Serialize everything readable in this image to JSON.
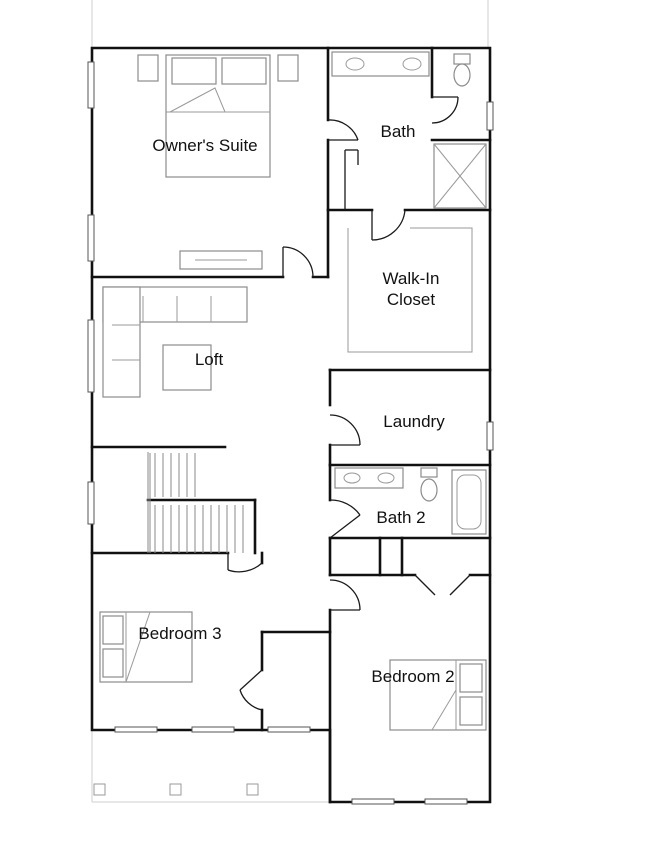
{
  "rooms": {
    "owners_suite": "Owner's Suite",
    "bath": "Bath",
    "walk_in_closet_line1": "Walk-In",
    "walk_in_closet_line2": "Closet",
    "loft": "Loft",
    "laundry": "Laundry",
    "bath_2": "Bath 2",
    "bedroom_3": "Bedroom 3",
    "bedroom_2": "Bedroom 2"
  },
  "colors": {
    "wall": "#111111",
    "fixture": "#8c8c8c",
    "background": "#ffffff"
  }
}
